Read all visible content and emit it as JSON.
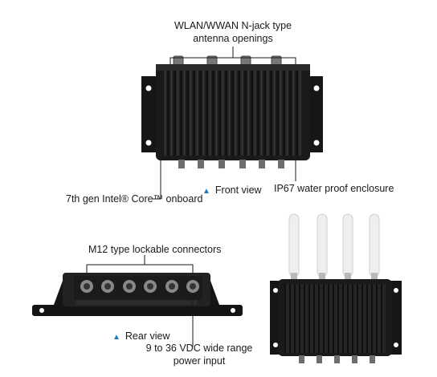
{
  "labels": {
    "antenna_line1": "WLAN/WWAN N-jack type",
    "antenna_line2": "antenna openings",
    "front_view": "Front view",
    "ip67": "IP67 water proof enclosure",
    "cpu": "7th gen Intel® Core™ onboard",
    "m12": "M12 type lockable connectors",
    "rear_view": "Rear view",
    "power_line1": "9 to 36 VDC wide range",
    "power_line2": "power input"
  },
  "icons": {
    "view_marker": "triangle-up-icon"
  },
  "colors": {
    "accent": "#1a7cc4",
    "device": "#1c1c1c",
    "antenna": "#f0f0f0"
  }
}
